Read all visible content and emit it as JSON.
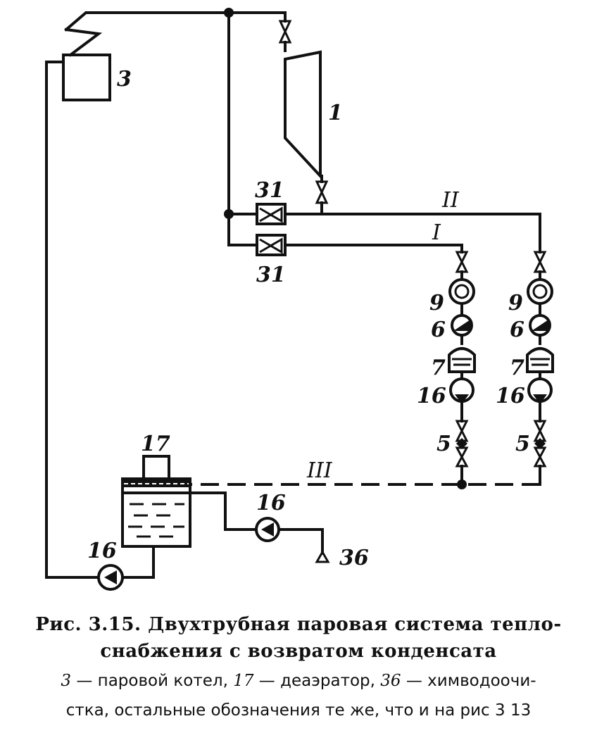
{
  "diagram": {
    "labels": {
      "boiler": "3",
      "turbine": "1",
      "heater_upper": "31",
      "heater_lower": "31",
      "meter_left": "9",
      "meter_right": "9",
      "regulator_left": "6",
      "regulator_right": "6",
      "trap_left": "7",
      "trap_right": "7",
      "pump_left": "16",
      "pump_right": "16",
      "valve_left": "5",
      "valve_right": "5",
      "deaerator": "17",
      "pump_makeup": "16",
      "water_treatment": "36",
      "pump_feed": "16"
    },
    "lines": {
      "line_I": "I",
      "line_II": "II",
      "line_III": "III"
    }
  },
  "caption": {
    "title_line1": "Рис. 3.15. Двухтрубная паровая система тепло-",
    "title_line2": "снабжения с возвратом конденсата",
    "legend": [
      {
        "num": "3",
        "text": " — паровой котел, "
      },
      {
        "num": "17",
        "text": " — деаэратор, "
      },
      {
        "num": "36",
        "text": " — химводоочи-"
      }
    ],
    "legend_line2": "стка, остальные обозначения те же, что и на рис 3 13"
  }
}
